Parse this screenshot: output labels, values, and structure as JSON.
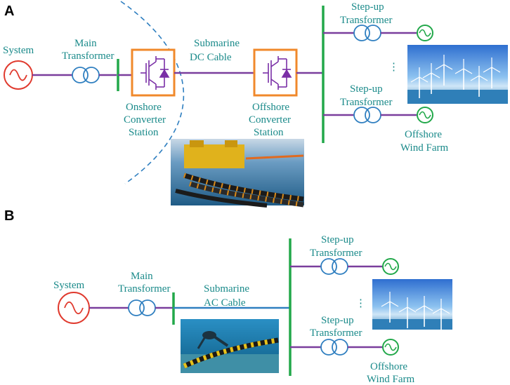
{
  "panel_a": {
    "letter": "A",
    "system": "System",
    "main_transformer": [
      "Main",
      "Transformer"
    ],
    "cable": [
      "Submarine",
      "DC Cable"
    ],
    "onshore": [
      "Onshore",
      "Converter",
      "Station"
    ],
    "offshore": [
      "Offshore",
      "Converter",
      "Station"
    ],
    "stepup_top": [
      "Step-up",
      "Transformer"
    ],
    "stepup_bottom": [
      "Step-up",
      "Transformer"
    ],
    "farm": [
      "Offshore",
      "Wind Farm"
    ]
  },
  "panel_b": {
    "letter": "B",
    "system": "System",
    "main_transformer": [
      "Main",
      "Transformer"
    ],
    "cable": [
      "Submarine",
      "AC Cable"
    ],
    "stepup_top": [
      "Step-up",
      "Transformer"
    ],
    "stepup_bottom": [
      "Step-up",
      "Transformer"
    ],
    "farm": [
      "Offshore",
      "Wind Farm"
    ]
  },
  "colors": {
    "label": "#1a8a8a",
    "converter_box": "#f0892b",
    "converter_symbol": "#7a2fa6",
    "bus": "#22a84a",
    "system_source": "#e03a2e",
    "dc_line": "#7a3e9d",
    "ac_line": "#2f7fc0"
  },
  "icons": [
    "ac-source-icon",
    "transformer-icon",
    "converter-igbt-icon",
    "wind-generator-icon"
  ]
}
